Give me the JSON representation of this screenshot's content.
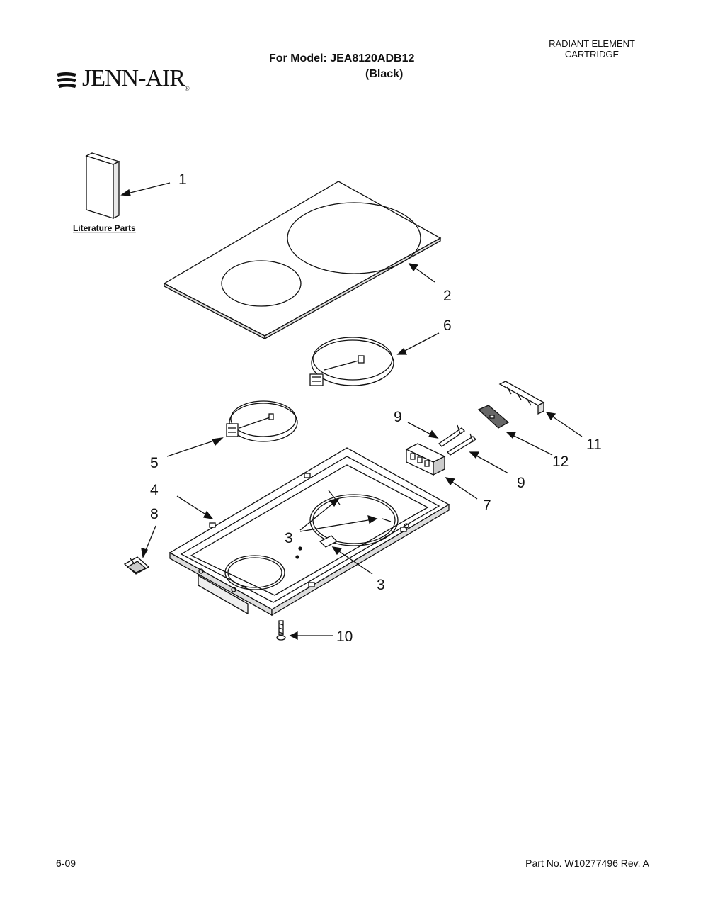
{
  "brand": {
    "logo_text": "JENN-AIR",
    "logo_mark": "registered"
  },
  "model": {
    "line1": "For Model: JEA8120ADB12",
    "line2": "(Black)"
  },
  "section_title": {
    "line1": "RADIANT ELEMENT",
    "line2": "CARTRIDGE"
  },
  "literature_label": "Literature Parts",
  "callouts": {
    "c1": "1",
    "c2": "2",
    "c6": "6",
    "c9a": "9",
    "c11": "11",
    "c12": "12",
    "c5": "5",
    "c9b": "9",
    "c4": "4",
    "c7": "7",
    "c8": "8",
    "c3a": "3",
    "c3b": "3",
    "c10": "10"
  },
  "footer": {
    "date": "6-09",
    "part_no": "Part No. W10277496 Rev. A"
  }
}
